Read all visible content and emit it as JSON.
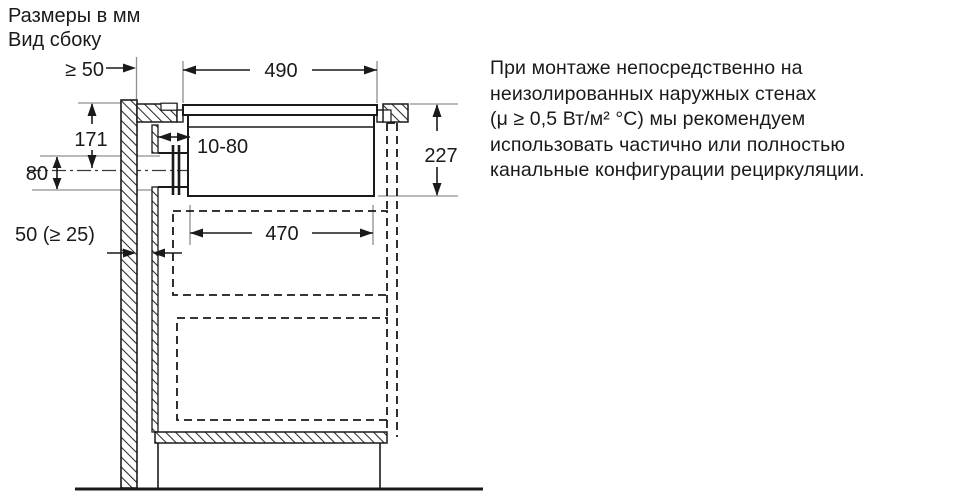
{
  "page": {
    "background_color": "#ffffff",
    "ink_color": "#1a1a1a",
    "extension_line_color": "#8f8f8f"
  },
  "header": {
    "title_line1": "Размеры в мм",
    "title_line2": "Вид сбоку"
  },
  "note": {
    "lines": [
      "При монтаже непосредственно на",
      "неизолированных наружных стенах",
      "(μ ≥ 0,5 Вт/м² °C) мы рекомендуем",
      "использовать частично или полностью",
      "канальные конфигурации рециркуляции."
    ]
  },
  "diagram": {
    "view": "side-view installation drawing of hob with downdraft ventilation",
    "dimensions": {
      "wall_clearance": "≥ 50",
      "appliance_top_width": "490",
      "top_to_duct_center": "171",
      "duct_opening_height": "80",
      "rear_gap_range": "10-80",
      "unit_height": "227",
      "cutout_width": "470",
      "wall_to_panel_gap": "50 (≥ 25)"
    }
  }
}
